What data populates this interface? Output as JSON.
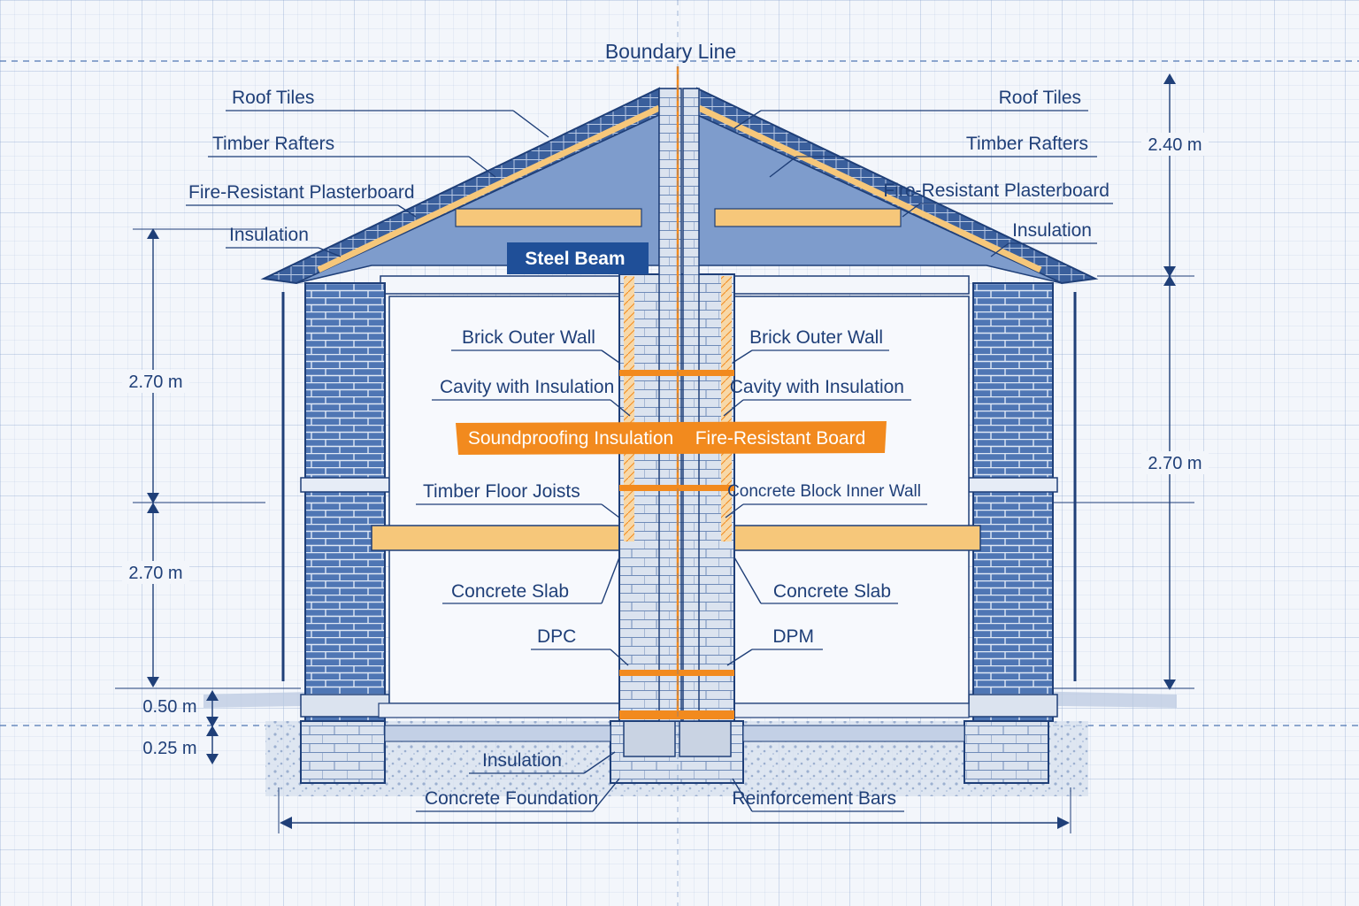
{
  "colors": {
    "blueprint_blue": "#1f3f78",
    "brick": "#4f76b4",
    "accent_orange": "#f28a1e",
    "timber": "#f6c77a",
    "background": "#f3f6fb"
  },
  "boundary_label": "Boundary Line",
  "left_labels": {
    "roof_tiles": "Roof Tiles",
    "timber_rafters": "Timber Rafters",
    "plasterboard": "Fire-Resistant Plasterboard",
    "insulation": "Insulation",
    "brick_outer_wall": "Brick Outer Wall",
    "cavity_insulation": "Cavity with Insulation",
    "floor_joists": "Timber Floor Joists",
    "concrete_slab": "Concrete Slab",
    "dpc": "DPC",
    "foundation_insulation": "Insulation",
    "concrete_foundation": "Concrete Foundation"
  },
  "right_labels": {
    "roof_tiles": "Roof Tiles",
    "timber_rafters": "Timber Rafters",
    "plasterboard": "Fire-Resistant Plasterboard",
    "insulation": "Insulation",
    "brick_outer_wall": "Brick Outer Wall",
    "cavity_insulation": "Cavity with Insulation",
    "inner_wall": "Concrete Block Inner Wall",
    "concrete_slab": "Concrete Slab",
    "dpm": "DPM",
    "reinforcement": "Reinforcement Bars"
  },
  "center_labels": {
    "steel_beam": "Steel Beam",
    "soundproofing": "Soundproofing Insulation",
    "fire_board": "Fire-Resistant Board"
  },
  "dimensions": {
    "left_upper": "2.70 m",
    "left_lower": "2.70 m",
    "left_plinth": "0.50 m",
    "left_footing": "0.25 m",
    "right_roof": "2.40 m",
    "right_wall": "2.70 m"
  }
}
